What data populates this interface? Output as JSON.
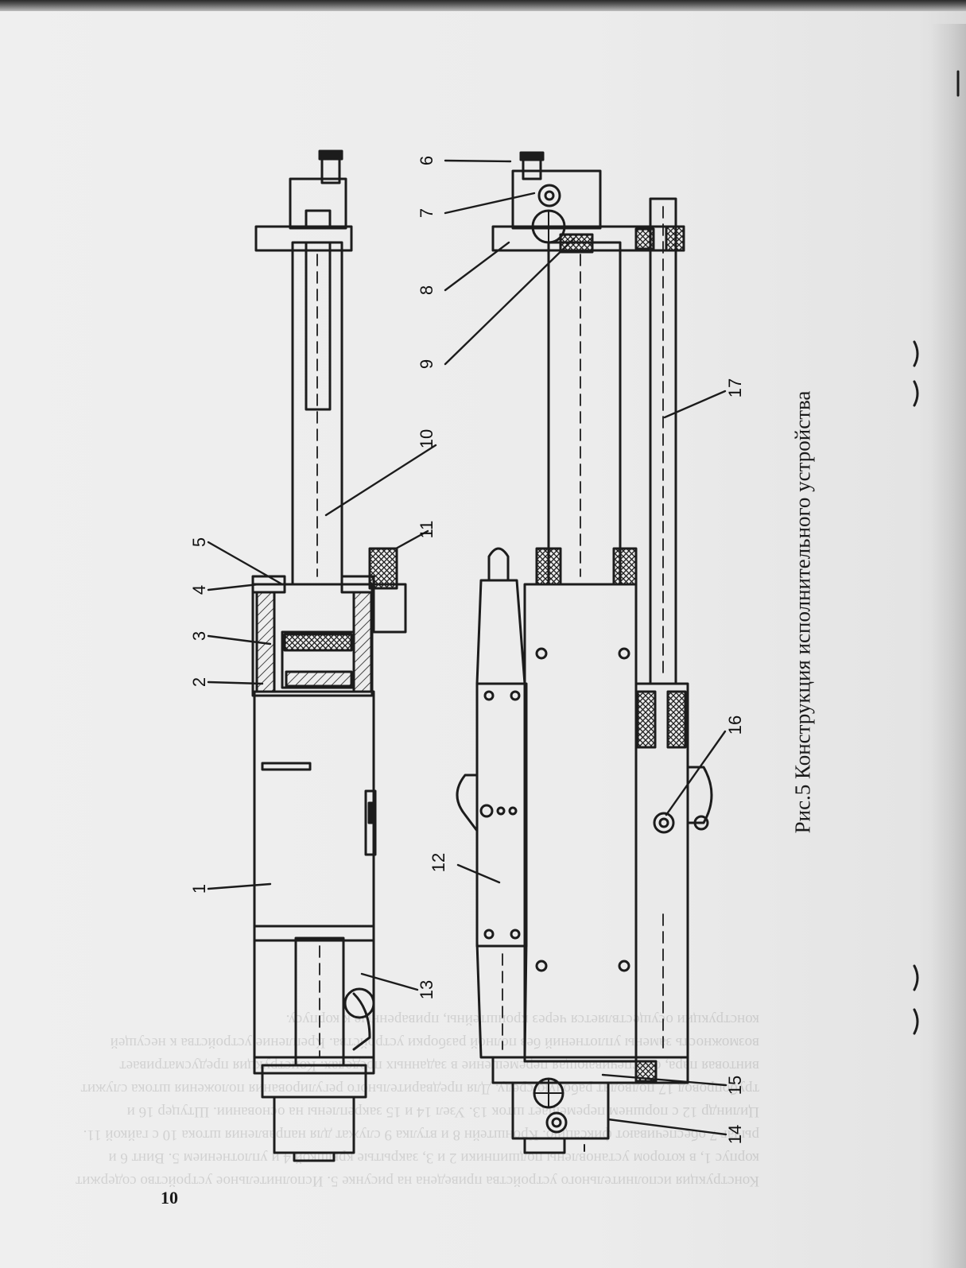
{
  "figure": {
    "caption": "Рис.5 Конструкция исполнительного устройства",
    "labels": [
      "1",
      "2",
      "3",
      "4",
      "5",
      "6",
      "7",
      "8",
      "9",
      "10",
      "11",
      "12",
      "13",
      "14",
      "15",
      "16",
      "17"
    ]
  },
  "page_number": "10",
  "bleed_through_text": "Конструкция исполнительного устройства приведена на рисунке 5. Исполнительное устройство содержит корпус 1, в котором установлены подшипники 2 и 3, закрытые крышкой 4 и уплотнением 5. Винт 6 и рычаг 7 обеспечивают фиксацию. Кронштейн 8 и втулка 9 служат для направления штока 10 с гайкой 11. Цилиндр 12 с поршнем перемещает шток 13. Узел 14 и 15 закреплены на основании. Штуцер 16 и трубопровод 17 подводят рабочую среду. Для предварительного регулирования положения штока служит винтовая пара, обеспечивающая перемещение в заданных пределах. Конструкция предусматривает возможность замены уплотнений без полной разборки устройства. Крепление устройства к несущей конструкции осуществляется через кронштейны, приваренные к корпусу."
}
